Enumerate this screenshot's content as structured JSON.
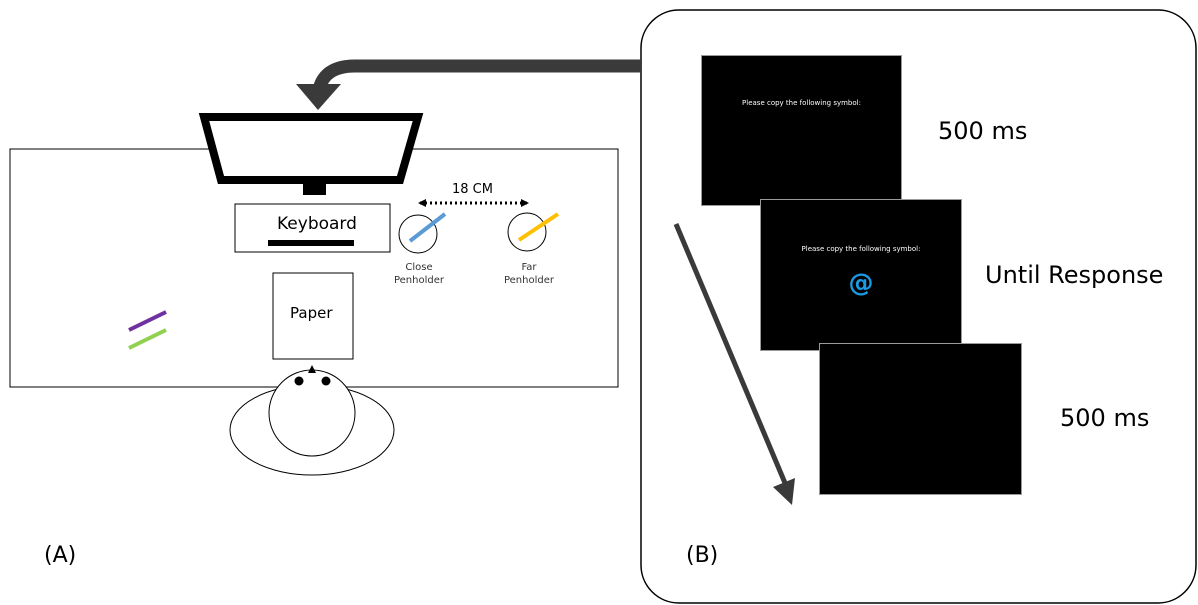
{
  "panel_a": {
    "keyboard_label": "Keyboard",
    "paper_label": "Paper",
    "distance_label": "18 CM",
    "close_penholder_label": [
      "Close",
      "Penholder"
    ],
    "far_penholder_label": [
      "Far",
      "Penholder"
    ],
    "panel_label": "(A)"
  },
  "panel_b": {
    "panel_label": "(B)",
    "trial_sequence": [
      {
        "prompt": "Please copy the following symbol:",
        "symbol": "",
        "duration": "500 ms"
      },
      {
        "prompt": "Please copy the following symbol:",
        "symbol": "@",
        "duration": "Until Response"
      },
      {
        "prompt": "",
        "symbol": "",
        "duration": "500 ms"
      }
    ]
  },
  "colors": {
    "close_pen": "#5b9bd5",
    "far_pen": "#ffc000",
    "pen_purple": "#7030a0",
    "pen_green": "#92d050",
    "symbol": "#1a9be6",
    "arrow": "#3a3a3a"
  }
}
